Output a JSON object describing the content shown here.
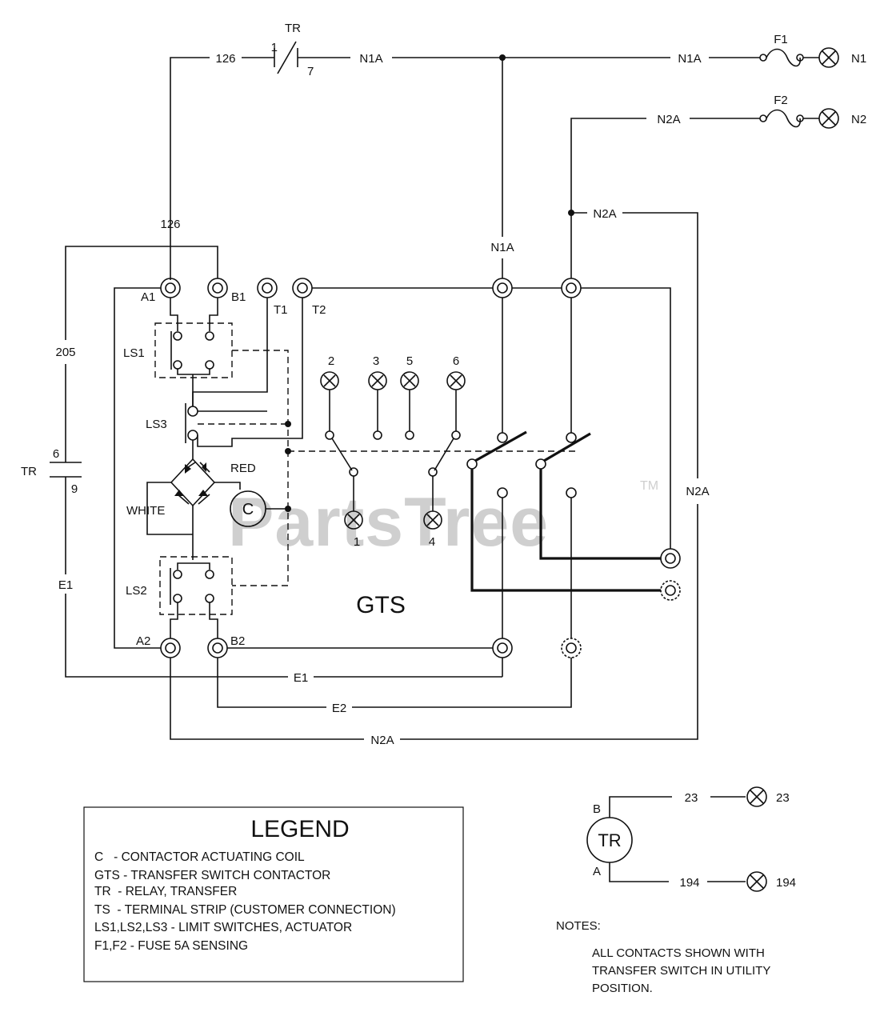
{
  "watermark": {
    "text": "PartsTree",
    "tm": "TM"
  },
  "diagram": {
    "gts_label": "GTS",
    "wires": {
      "w126_top": "126",
      "w126_left": "126",
      "w205": "205",
      "wE1_left": "E1",
      "wE1_bottom": "E1",
      "wE2": "E2",
      "wN2A_bottom": "N2A",
      "wN1A_a": "N1A",
      "wN1A_b": "N1A",
      "wN1A_vert": "N1A",
      "wN2A_top": "N2A",
      "wN2A_mid": "N2A",
      "wN2A_right": "N2A"
    },
    "relay": {
      "name": "TR",
      "pin1": "1",
      "pin7": "7",
      "coil_left": "TR",
      "pin6": "6",
      "pin9": "9"
    },
    "fuses": {
      "f1": "F1",
      "f2": "F2"
    },
    "lamps_out": {
      "n1": "N1",
      "n2": "N2"
    },
    "terminals": {
      "a1": "A1",
      "b1": "B1",
      "t1": "T1",
      "t2": "T2",
      "a2": "A2",
      "b2": "B2"
    },
    "switches": {
      "ls1": "LS1",
      "ls2": "LS2",
      "ls3": "LS3"
    },
    "coil": {
      "letter": "C",
      "red": "RED",
      "white": "WHITE"
    },
    "aux": {
      "n2": "2",
      "n3": "3",
      "n5": "5",
      "n6": "6",
      "n1": "1",
      "n4": "4"
    },
    "tr_relay": {
      "name": "TR",
      "pin_b": "B",
      "pin_a": "A",
      "w23": "23",
      "lamp23": "23",
      "w194": "194",
      "lamp194": "194"
    }
  },
  "legend": {
    "title": "LEGEND",
    "items": [
      "C   - CONTACTOR ACTUATING COIL",
      "GTS - TRANSFER SWITCH CONTACTOR",
      "TR  - RELAY, TRANSFER",
      "TS  - TERMINAL STRIP (CUSTOMER CONNECTION)",
      "LS1,LS2,LS3 - LIMIT SWITCHES, ACTUATOR",
      "F1,F2 - FUSE 5A SENSING"
    ]
  },
  "notes": {
    "title": "NOTES:",
    "lines": [
      "ALL CONTACTS SHOWN WITH",
      "TRANSFER SWITCH IN UTILITY",
      "POSITION."
    ]
  }
}
